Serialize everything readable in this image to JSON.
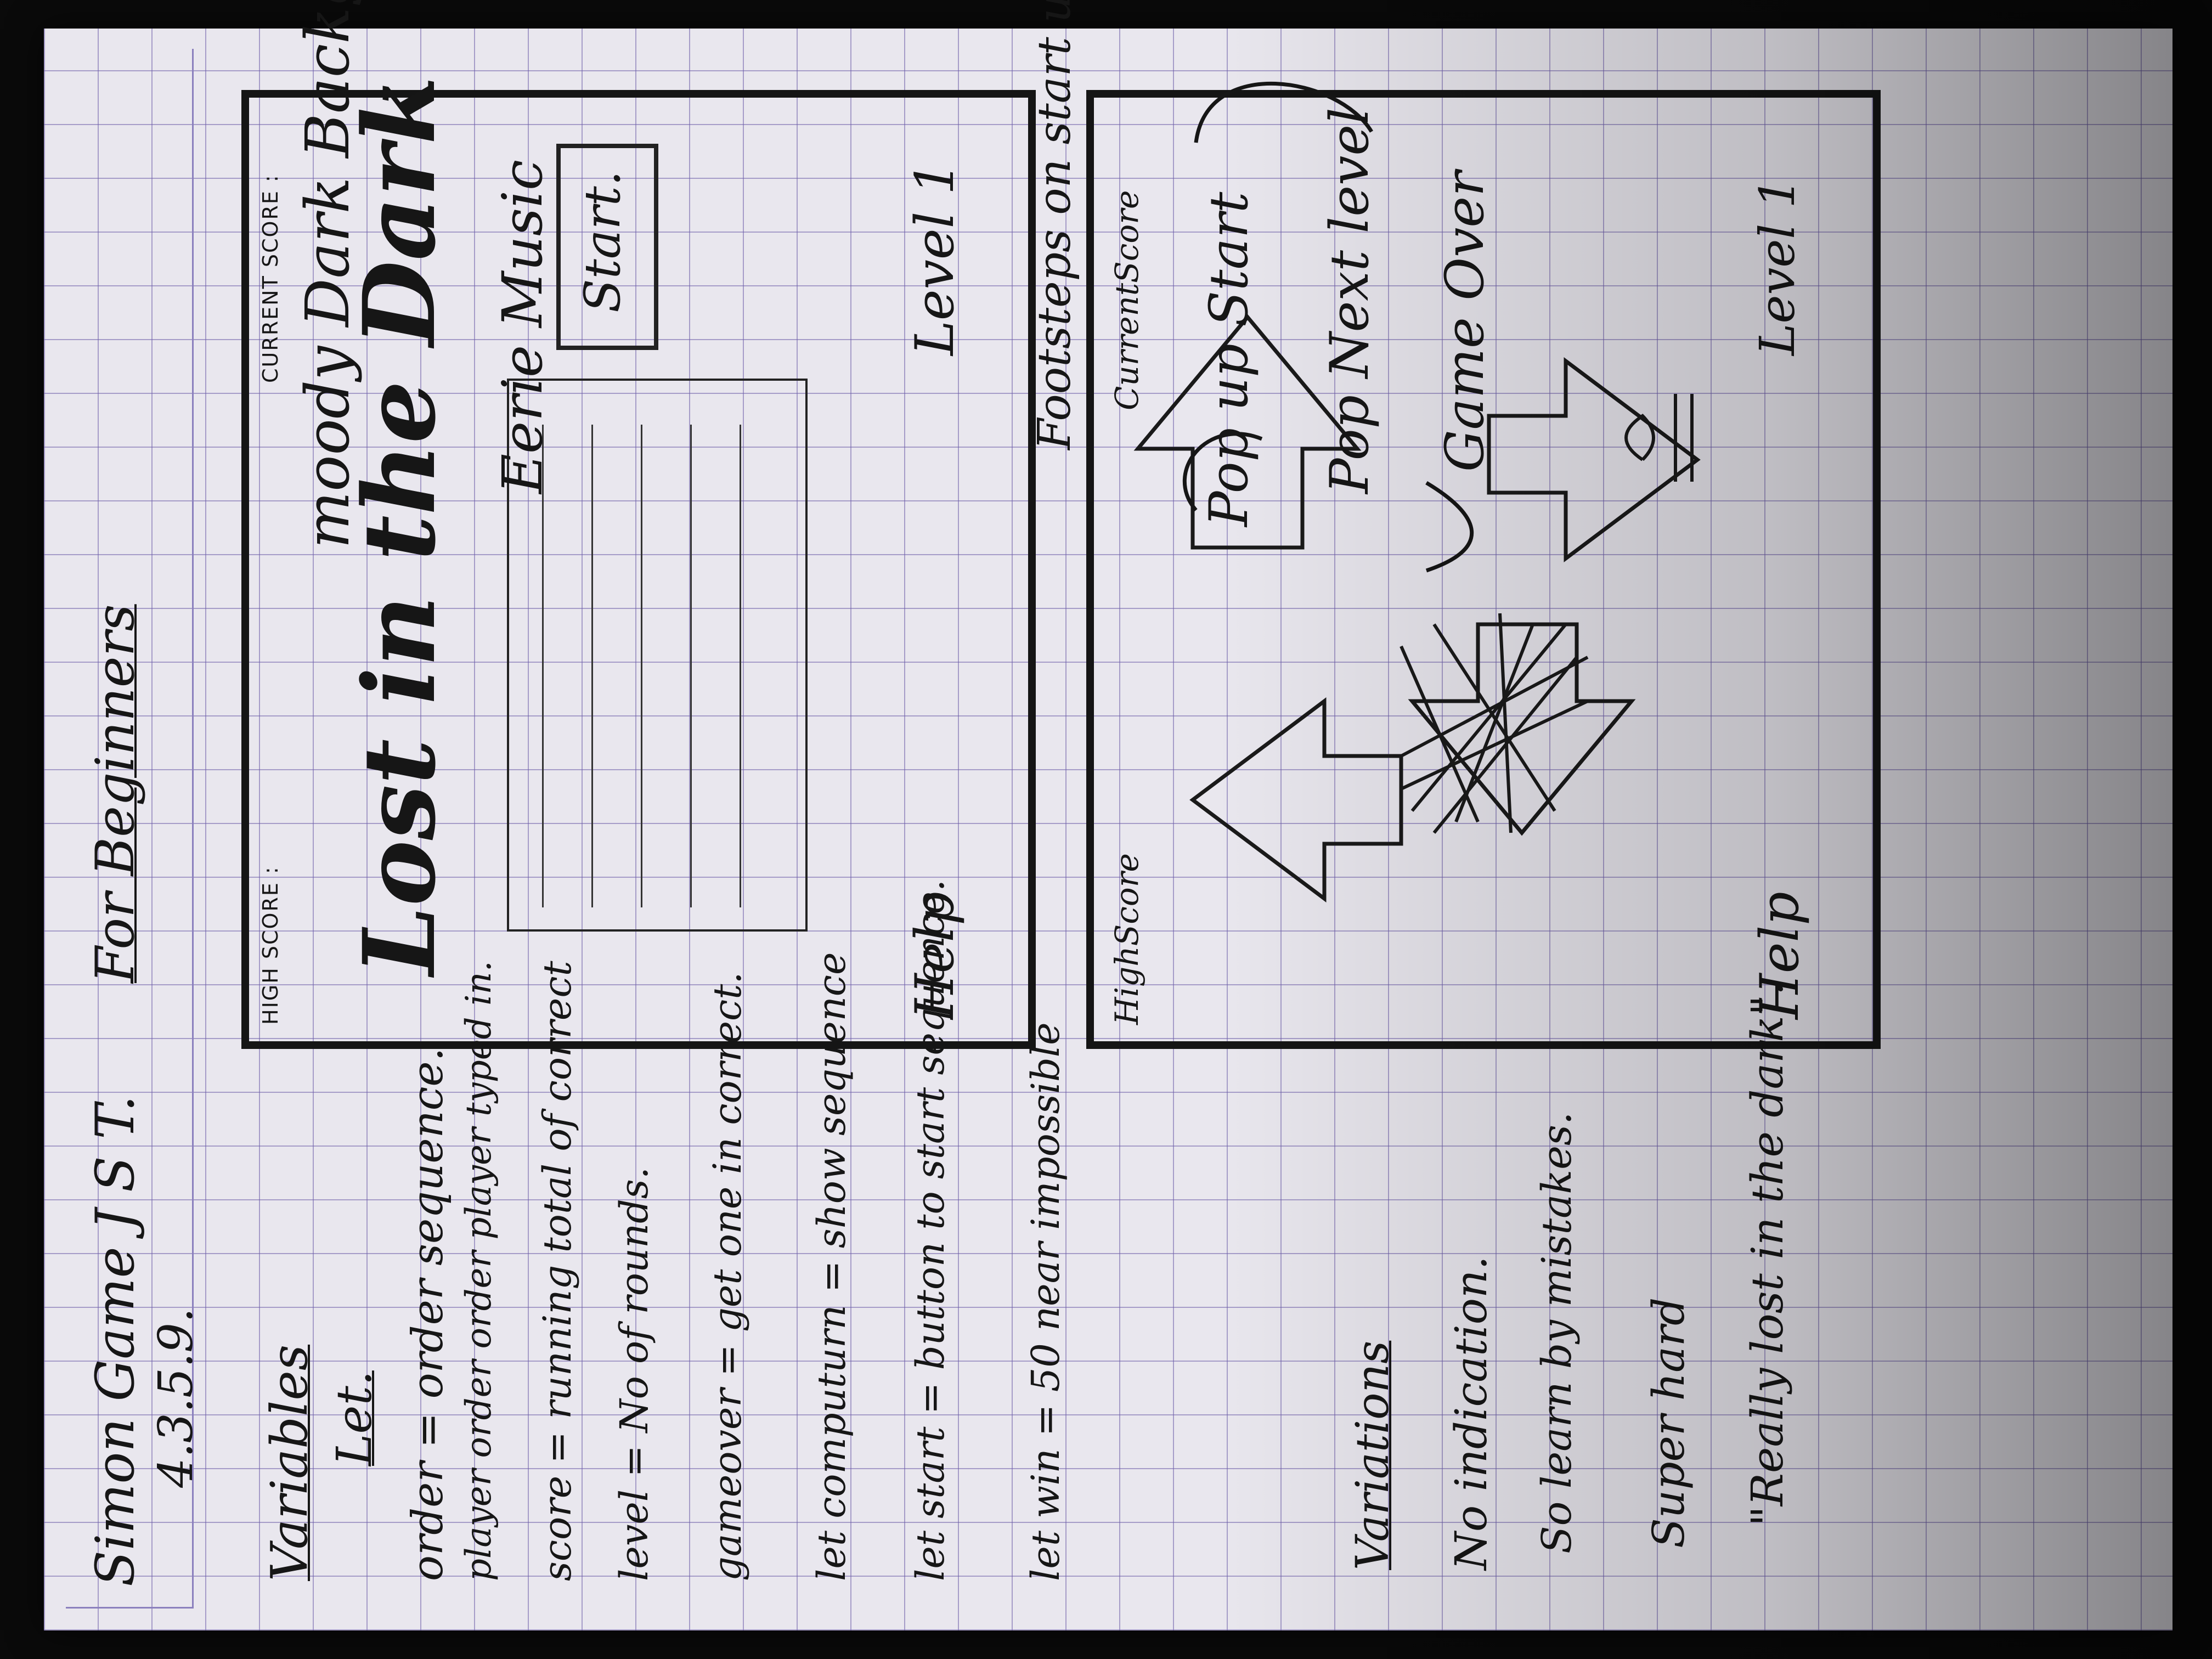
{
  "header": {
    "title": "Simon Game J S T.",
    "for_label": "For Beginners",
    "code": "4.3.5.9."
  },
  "variables": {
    "heading": "Variables",
    "let_heading": "Let.",
    "lines": [
      "order = order sequence.",
      "player order order player typed in.",
      "score = running total of correct",
      "level = No of rounds.",
      "gameover = get one in correct.",
      "let computurn = show sequence",
      "let start = button to start sequence.",
      "let win = 50 near impossible"
    ]
  },
  "notes": {
    "heading": "Variations",
    "lines": [
      "No indication.",
      "So learn by mistakes.",
      "Super hard",
      "\"Really lost in the dark\"."
    ]
  },
  "screen1": {
    "high_score": "HIGH SCORE :",
    "current_score": "CURRENT SCORE :",
    "game_title": "Lost in the Dark",
    "start_button": "Start.",
    "help": "Help",
    "level": "Level 1"
  },
  "screen2": {
    "high_score": "HighScore",
    "current_score": "CurrentScore",
    "help": "Help",
    "level": "Level 1"
  },
  "side_notes": {
    "mood": "moody Dark Background.",
    "music": "Eerie Music",
    "footsteps": "Footsteps on start until ended",
    "popup_start": "Pop up Start",
    "popup_next": "Pop Next level",
    "game_over": "Game Over"
  },
  "colors": {
    "paper": "#e9e7ee",
    "grid": "#6e5faa",
    "ink": "#161616"
  }
}
